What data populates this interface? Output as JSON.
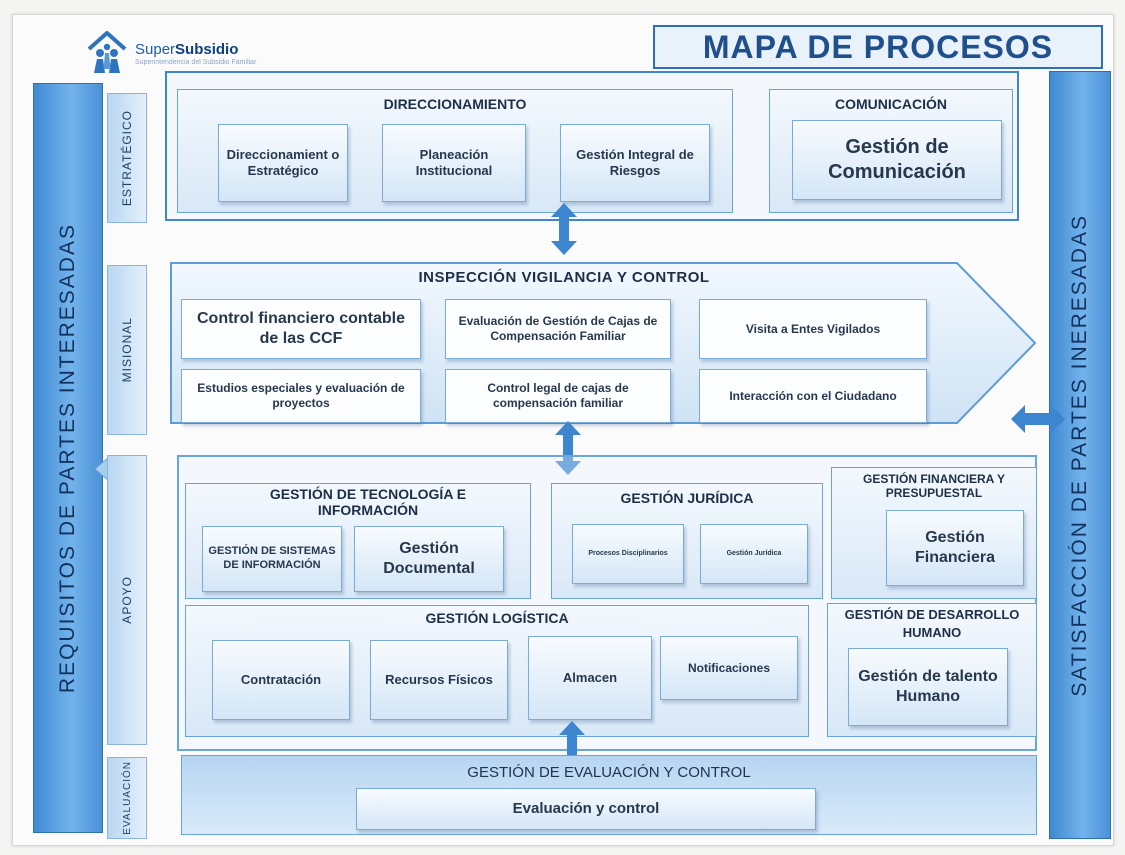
{
  "logo": {
    "brand_plain": "Super",
    "brand_bold": "Subsidio",
    "tagline": "Superintendencia del Subsidio Familiar"
  },
  "title": "MAPA DE PROCESOS",
  "left_bar": "REQUISITOS DE PARTES INTERESADAS",
  "right_bar": "SATISFACCIÓN DE PARTES INERESADAS",
  "levels": {
    "estrategico": "ESTRATÉGICO",
    "misional": "MISIONAL",
    "apoyo": "APOYO",
    "evaluacion": "EVALUACIÓN"
  },
  "estrategico": {
    "direccionamiento": {
      "title": "DIRECCIONAMIENTO",
      "items": [
        "Direccionamient o Estratégico",
        "Planeación Institucional",
        "Gestión Integral de Riesgos"
      ]
    },
    "comunicacion": {
      "title": "COMUNICACIÓN",
      "item": "Gestión de Comunicación"
    }
  },
  "misional": {
    "title": "INSPECCIÓN VIGILANCIA Y CONTROL",
    "items": [
      "Control financiero contable de las CCF",
      "Evaluación de Gestión de Cajas de Compensación Familiar",
      "Visita a Entes Vigilados",
      "Estudios especiales y evaluación de proyectos",
      "Control legal de cajas de compensación familiar",
      "Interacción con el Ciudadano"
    ]
  },
  "apoyo": {
    "tecnologia": {
      "title": "GESTIÓN DE TECNOLOGÍA E INFORMACIÓN",
      "items": [
        "GESTIÓN DE SISTEMAS DE INFORMACIÓN",
        "Gestión Documental"
      ]
    },
    "juridica": {
      "title": "GESTIÓN JURÍDICA",
      "items": [
        "Procesos Disciplinarios",
        "Gestión Jurídica"
      ]
    },
    "financiera": {
      "title": "GESTIÓN FINANCIERA Y PRESUPUESTAL",
      "item": "Gestión Financiera"
    },
    "logistica": {
      "title": "GESTIÓN LOGÍSTICA",
      "items": [
        "Contratación",
        "Recursos Físicos",
        "Almacen",
        "Notificaciones"
      ]
    },
    "desarrollo": {
      "title": "GESTIÓN DE DESARROLLO HUMANO",
      "item": "Gestión de talento Humano"
    }
  },
  "evaluacion": {
    "title": "GESTIÓN DE EVALUACIÓN Y CONTROL",
    "item": "Evaluación y control"
  },
  "colors": {
    "arrow": "#3d86cf",
    "accent": "#2c6fb8"
  },
  "icons": [
    "house-people-logo-icon",
    "double-arrow-icon"
  ]
}
